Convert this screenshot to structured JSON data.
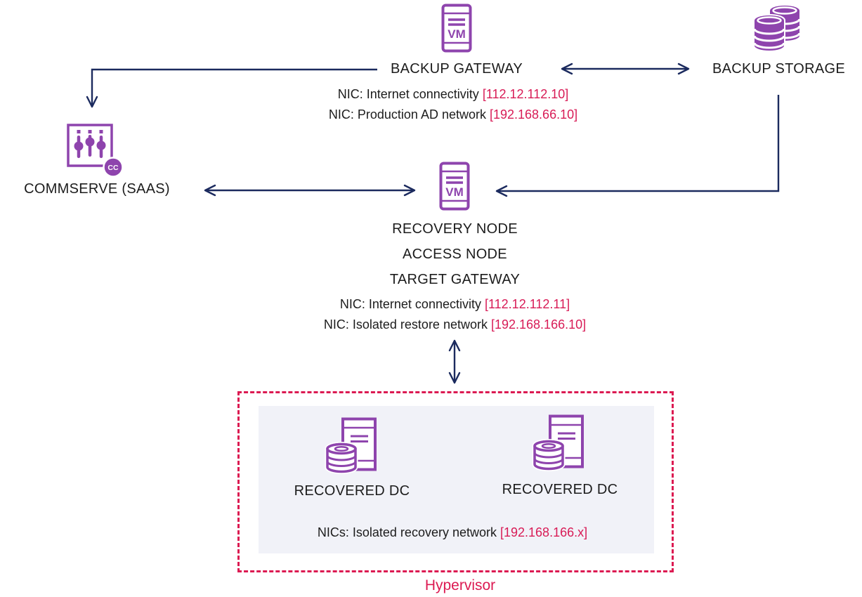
{
  "colors": {
    "purple": "#8e44ad",
    "navy": "#1b2a5e",
    "crimson": "#dc1a52",
    "ip_crimson": "#d81b56",
    "text": "#1c1c1c",
    "hypervisor_panel_bg": "#f1f2f8"
  },
  "icons": {
    "vm_label": "VM"
  },
  "nodes": {
    "backup_gateway": {
      "title": "BACKUP GATEWAY",
      "nics": [
        {
          "label": "NIC: Internet connectivity ",
          "ip": "[112.12.112.10]"
        },
        {
          "label": "NIC: Production AD network ",
          "ip": "[192.168.66.10]"
        }
      ]
    },
    "backup_storage": {
      "title": "BACKUP STORAGE"
    },
    "commserve": {
      "title": "COMMSERVE (SAAS)",
      "badge": "CC"
    },
    "recovery_node": {
      "titles": [
        "RECOVERY NODE",
        "ACCESS NODE",
        "TARGET GATEWAY"
      ],
      "nics": [
        {
          "label": "NIC: Internet connectivity ",
          "ip": "[112.12.112.11]"
        },
        {
          "label": "NIC: Isolated restore network ",
          "ip": "[192.168.166.10]"
        }
      ]
    },
    "hypervisor": {
      "label": "Hypervisor",
      "recovered_dc_left": "RECOVERED DC",
      "recovered_dc_right": "RECOVERED DC",
      "nic": {
        "label": "NICs: Isolated recovery network ",
        "ip": "[192.168.166.x]"
      }
    }
  }
}
